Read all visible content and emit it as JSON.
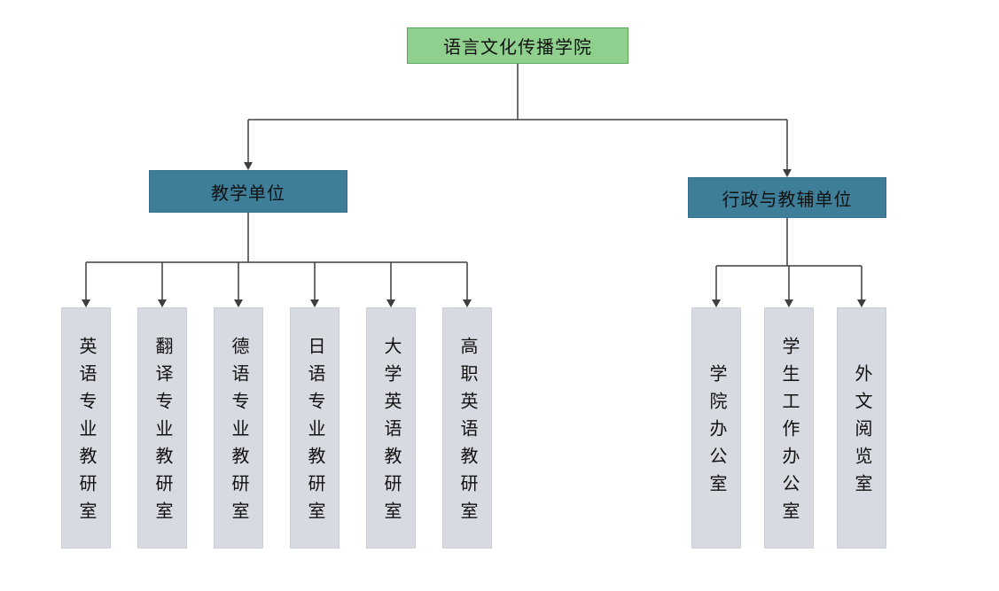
{
  "root": {
    "label": "语言文化传播学院"
  },
  "branches": [
    {
      "label": "教学单位",
      "children": [
        "英语专业教研室",
        "翻译专业教研室",
        "德语专业教研室",
        "日语专业教研室",
        "大学英语教研室",
        "高职英语教研室"
      ]
    },
    {
      "label": "行政与教辅单位",
      "children": [
        "学院办公室",
        "学生工作办公室",
        "外文阅览室"
      ]
    }
  ],
  "colors": {
    "root_fill": "#8FD08F",
    "root_border": "#57A757",
    "branch_fill": "#3E7E99",
    "branch_border": "#31708A",
    "leaf_fill": "#D8DAE2",
    "leaf_border": "#CBCED8",
    "line": "#3F3F3F"
  }
}
